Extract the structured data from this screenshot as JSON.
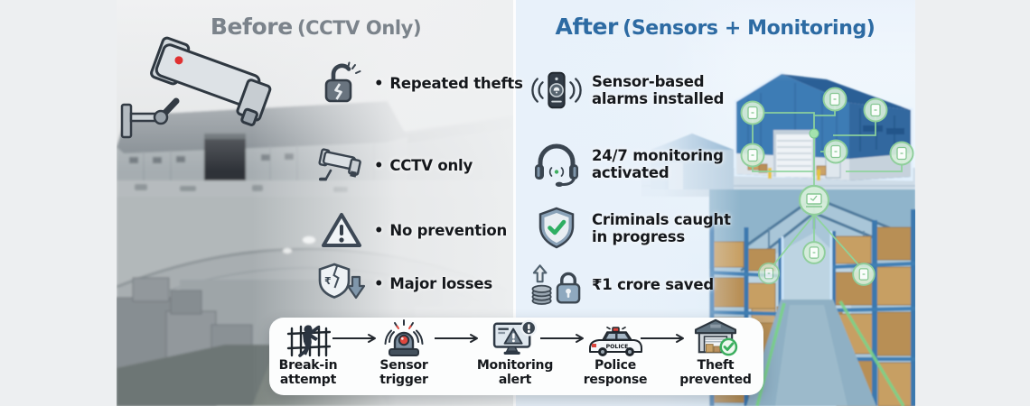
{
  "page": {
    "bg_color": "#edeff1",
    "currency_glyph": "₹",
    "accent_green": "#3cae5f",
    "accent_red": "#e0473d"
  },
  "before": {
    "title_main": "Before",
    "title_paren": "(CCTV Only)",
    "title_color": "#7b838b",
    "bullet": "•",
    "items": [
      {
        "icon": "broken-lock-icon",
        "text": "Repeated thefts"
      },
      {
        "icon": "cctv-camera-icon",
        "text": "CCTV only"
      },
      {
        "icon": "warning-triangle-icon",
        "text": "No prevention"
      },
      {
        "icon": "loss-shield-icon",
        "text": "Major losses"
      }
    ]
  },
  "after": {
    "title_main": "After",
    "title_paren": "(Sensors + Monitoring)",
    "title_color": "#2d6ba3",
    "items": [
      {
        "icon": "sensor-alarm-icon",
        "line1": "Sensor-based",
        "line2": "alarms installed"
      },
      {
        "icon": "headset-icon",
        "line1": "24/7 monitoring",
        "line2": "activated"
      },
      {
        "icon": "shield-check-icon",
        "line1": "Criminals caught",
        "line2": "in progress"
      },
      {
        "icon": "savings-lock-icon",
        "line1": "₹1 crore saved",
        "line2": ""
      }
    ]
  },
  "flow": {
    "steps": [
      {
        "icon": "burglar-fence-icon",
        "label1": "Break-in",
        "label2": "attempt"
      },
      {
        "icon": "siren-icon",
        "label1": "Sensor",
        "label2": "trigger"
      },
      {
        "icon": "monitor-alert-icon",
        "label1": "Monitoring",
        "label2": "alert"
      },
      {
        "icon": "police-car-icon",
        "label1": "Police",
        "label2": "response",
        "car_text": "POLICE"
      },
      {
        "icon": "warehouse-check-icon",
        "label1": "Theft",
        "label2": "prevented"
      }
    ]
  }
}
